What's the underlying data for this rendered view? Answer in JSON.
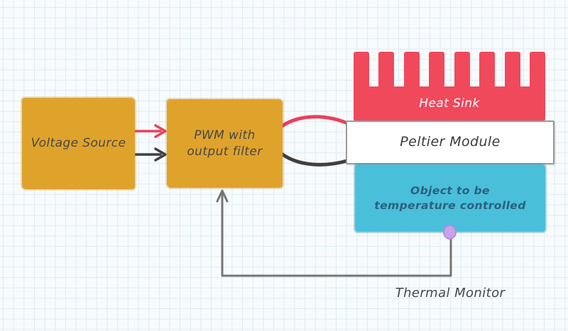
{
  "nodes": {
    "voltage_source": {
      "label": "Voltage Source"
    },
    "pwm": {
      "line1": "PWM with",
      "line2": "output filter"
    },
    "heat_sink": {
      "label": "Heat Sink",
      "fin_count": 8
    },
    "peltier": {
      "label": "Peltier Module"
    },
    "object": {
      "line1": "Object to be",
      "line2": "temperature controlled"
    },
    "thermal_monitor": {
      "label": "Thermal Monitor"
    }
  },
  "connections": [
    {
      "from": "voltage_source",
      "to": "pwm",
      "type": "red-arrow"
    },
    {
      "from": "voltage_source",
      "to": "pwm",
      "type": "black-arrow"
    },
    {
      "from": "pwm",
      "to": "peltier",
      "type": "red-wire"
    },
    {
      "from": "pwm",
      "to": "peltier",
      "type": "black-wire"
    },
    {
      "from": "object",
      "to": "pwm",
      "type": "feedback-line",
      "label": "Thermal Monitor"
    }
  ],
  "colors": {
    "paper": "#f8fbfd",
    "grid_line": "#dcebf5",
    "box_yellow": "#dfa32b",
    "heat_sink_red": "#f0495b",
    "object_cyan": "#49bfda",
    "wire_red": "#e8415c",
    "wire_black": "#3f3f3f",
    "feedback_gray": "#757575",
    "sensor_purple_fill": "#c9a3ea",
    "sensor_purple_stroke": "#b38bdd",
    "text_dark": "#474747",
    "text_on_red": "#ffffff",
    "text_on_cyan": "#2e5f7e"
  }
}
